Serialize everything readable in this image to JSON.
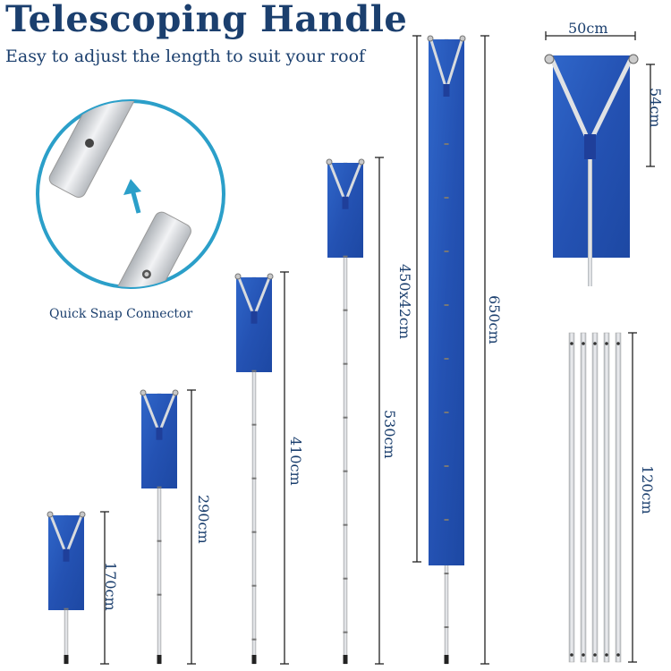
{
  "header": {
    "title": "Telescoping Handle",
    "subtitle": "Easy to adjust the length to suit your roof"
  },
  "connector": {
    "caption": "Quick Snap Connector"
  },
  "measurements": {
    "len_170": "170cm",
    "len_290": "290cm",
    "len_410": "410cm",
    "len_530": "530cm",
    "len_650": "650cm",
    "blade": "450x42cm",
    "head_width": "50cm",
    "head_height": "54cm",
    "section": "120cm"
  },
  "colors": {
    "title": "#1b3f6e",
    "blade": "#2a5dbd",
    "accent": "#2b9fc9",
    "pole": "#d4d7db"
  }
}
